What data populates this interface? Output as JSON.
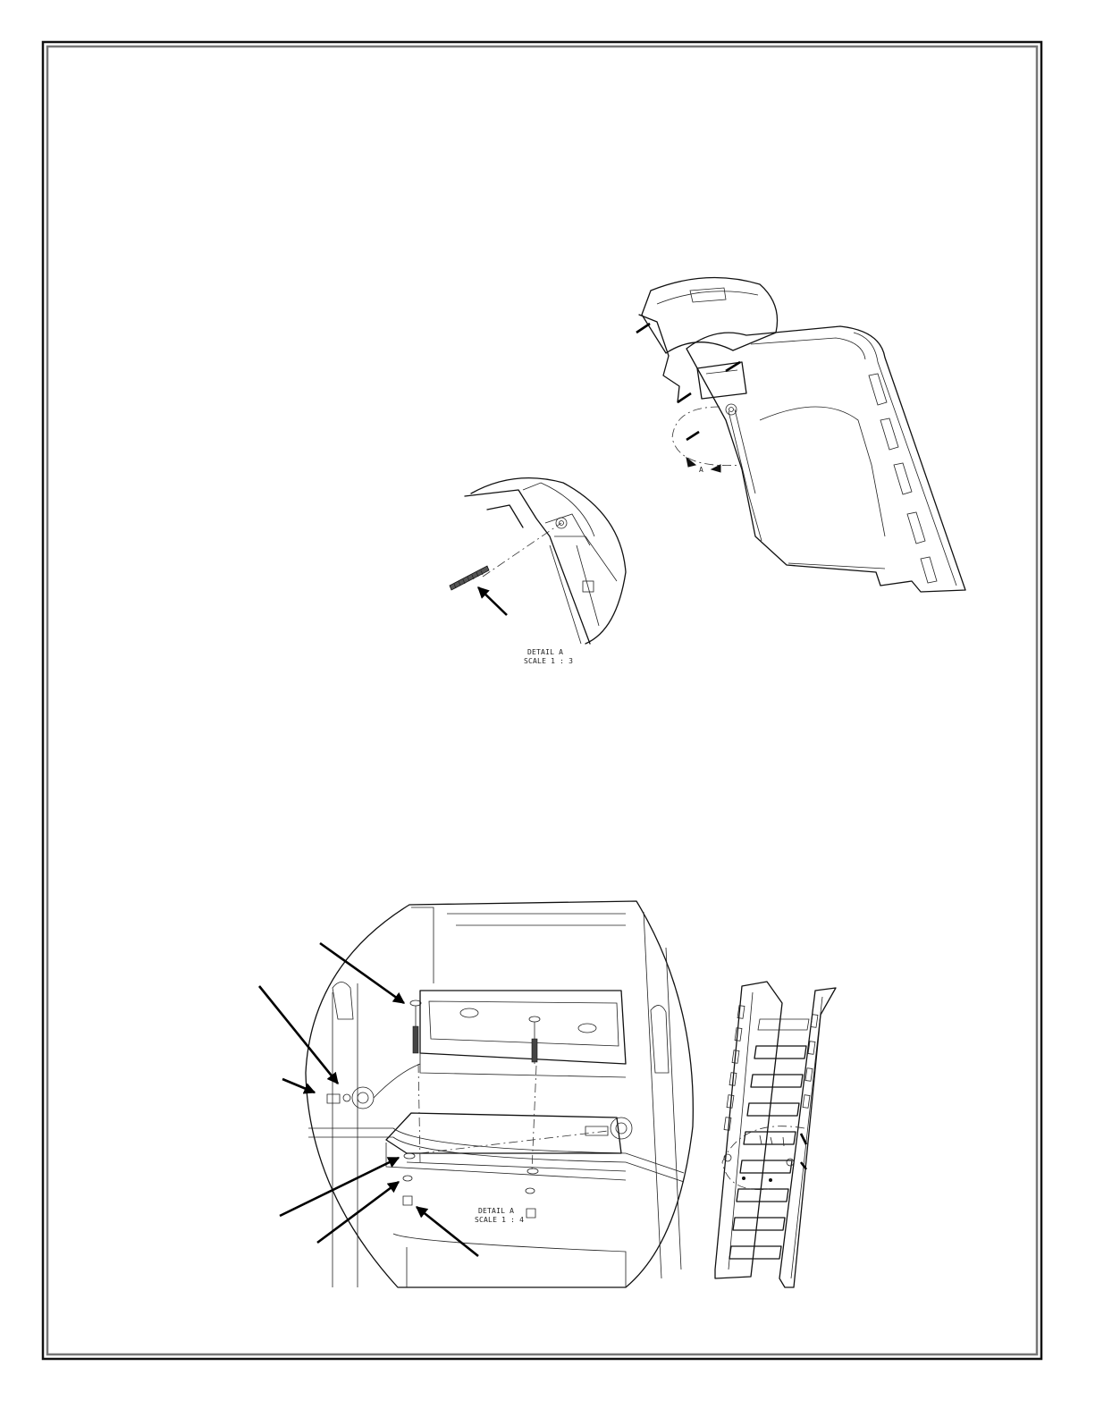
{
  "top_detail": {
    "title": "DETAIL A",
    "scale": "SCALE 1 : 3",
    "marker": "A"
  },
  "bottom_detail": {
    "title": "DETAIL A",
    "scale": "SCALE 1 : 4"
  }
}
